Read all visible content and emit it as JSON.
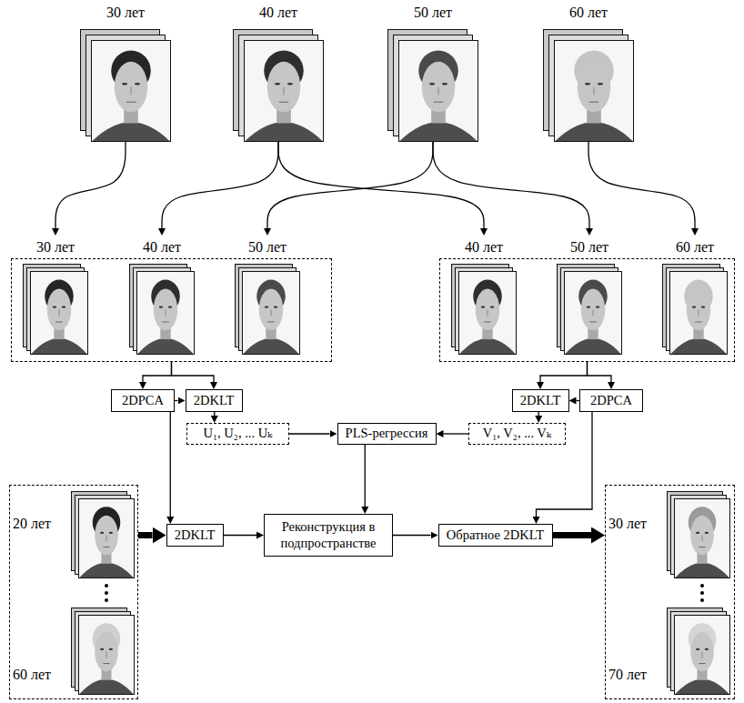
{
  "diagram": {
    "nodes": [
      {
        "text": [
          "30 лет"
        ]
      },
      {
        "text": [
          "40 лет"
        ]
      },
      {
        "text": [
          "50 лет"
        ]
      },
      {
        "text": [
          "60 лет"
        ]
      },
      {
        "text": []
      },
      {
        "text": [
          "30 лет"
        ],
        "in": 4
      },
      {
        "text": [
          "40 лет"
        ],
        "in": 4
      },
      {
        "text": [
          "50 лет"
        ],
        "in": 4
      },
      {
        "text": []
      },
      {
        "text": [
          "40 лет"
        ],
        "in": 8
      },
      {
        "text": [
          "50 лет"
        ],
        "in": 8
      },
      {
        "text": [
          "60 лет"
        ],
        "in": 8
      },
      {
        "text": [
          "2DPCA"
        ]
      },
      {
        "text": [
          "2DKLT"
        ]
      },
      {
        "text": [
          "2DKLT"
        ]
      },
      {
        "text": [
          "2DPCA"
        ]
      },
      {
        "text": [
          "U₁, U₂, ... Uₖ"
        ]
      },
      {
        "text": [
          "PLS-регрессия"
        ]
      },
      {
        "text": [
          "V₁, V₂, ... Vₖ"
        ]
      },
      {
        "text": []
      },
      {
        "text": [
          "20 лет"
        ],
        "in": 19
      },
      {
        "text": [
          "60 лет"
        ],
        "in": 19
      },
      {
        "text": [
          "2DKLT"
        ]
      },
      {
        "text": [
          "Реконструкция в подпространстве"
        ]
      },
      {
        "text": [
          "Обратное 2DKLT"
        ]
      },
      {
        "text": []
      },
      {
        "text": [
          "30 лет"
        ],
        "in": 25
      },
      {
        "text": [
          "70 лет"
        ],
        "in": 25
      }
    ],
    "edges": [
      {
        "from": 0,
        "to": 5,
        "arrow": "to"
      },
      {
        "from": 1,
        "to": 6,
        "arrow": "to"
      },
      {
        "from": 1,
        "to": 9,
        "arrow": "to"
      },
      {
        "from": 2,
        "to": 7,
        "arrow": "to"
      },
      {
        "from": 2,
        "to": 10,
        "arrow": "to"
      },
      {
        "from": 3,
        "to": 11,
        "arrow": "to"
      },
      {
        "from": 4,
        "to": 12,
        "arrow": "to"
      },
      {
        "from": 4,
        "to": 13,
        "arrow": "to"
      },
      {
        "from": 12,
        "to": 13,
        "arrow": "to"
      },
      {
        "from": 8,
        "to": 14,
        "arrow": "to"
      },
      {
        "from": 8,
        "to": 15,
        "arrow": "to"
      },
      {
        "from": 15,
        "to": 14,
        "arrow": "to"
      },
      {
        "from": 13,
        "to": 16,
        "arrow": "to"
      },
      {
        "from": 16,
        "to": 17,
        "arrow": "to"
      },
      {
        "from": 18,
        "to": 17,
        "arrow": "to"
      },
      {
        "from": 14,
        "to": 18,
        "arrow": "to"
      },
      {
        "from": 19,
        "to": 22,
        "arrow": "to"
      },
      {
        "from": 12,
        "to": 22,
        "arrow": "to"
      },
      {
        "from": 17,
        "to": 23,
        "arrow": "to"
      },
      {
        "from": 22,
        "to": 23,
        "arrow": "to"
      },
      {
        "from": 23,
        "to": 24,
        "arrow": "to"
      },
      {
        "from": 15,
        "to": 24,
        "arrow": "to"
      },
      {
        "from": 24,
        "to": 25,
        "arrow": "to"
      }
    ]
  }
}
